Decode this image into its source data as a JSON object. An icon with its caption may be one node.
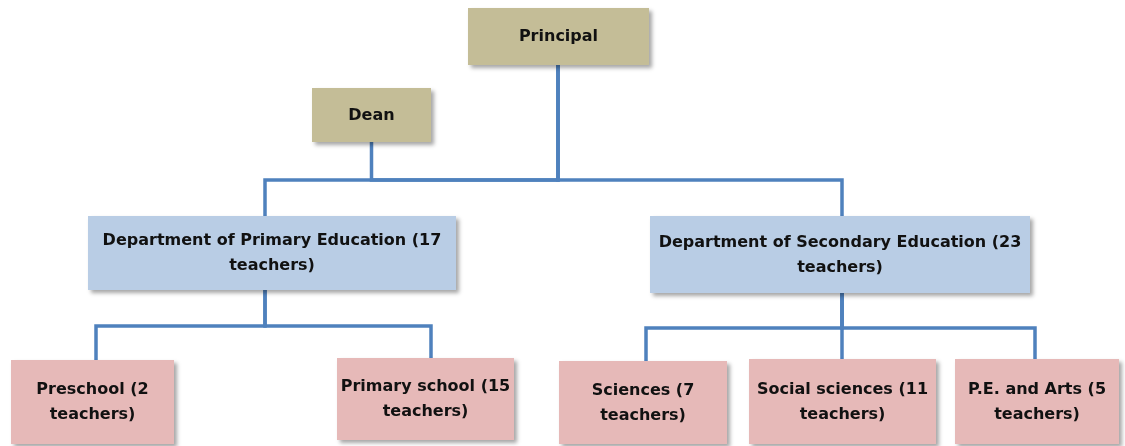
{
  "diagram": {
    "nodes": [
      {
        "text": [
          "Principal"
        ]
      },
      {
        "text": [
          "Dean"
        ]
      },
      {
        "text": [
          "Department of Primary Education (17 teachers)"
        ]
      },
      {
        "text": [
          "Department of Secondary Education (23 teachers)"
        ]
      },
      {
        "text": [
          "Preschool (2 teachers)"
        ]
      },
      {
        "text": [
          "Primary school (15 teachers)"
        ]
      },
      {
        "text": [
          "Sciences (7 teachers)"
        ]
      },
      {
        "text": [
          "Social sciences (11 teachers)"
        ]
      },
      {
        "text": [
          "P.E. and Arts (5 teachers)"
        ]
      }
    ],
    "edges": [
      {
        "from": 0,
        "to": 1,
        "arrow": "none"
      },
      {
        "from": 0,
        "to": 2,
        "arrow": "none"
      },
      {
        "from": 0,
        "to": 3,
        "arrow": "none"
      },
      {
        "from": 2,
        "to": 4,
        "arrow": "none"
      },
      {
        "from": 2,
        "to": 5,
        "arrow": "none"
      },
      {
        "from": 3,
        "to": 6,
        "arrow": "none"
      },
      {
        "from": 3,
        "to": 7,
        "arrow": "none"
      },
      {
        "from": 3,
        "to": 8,
        "arrow": "none"
      }
    ]
  }
}
